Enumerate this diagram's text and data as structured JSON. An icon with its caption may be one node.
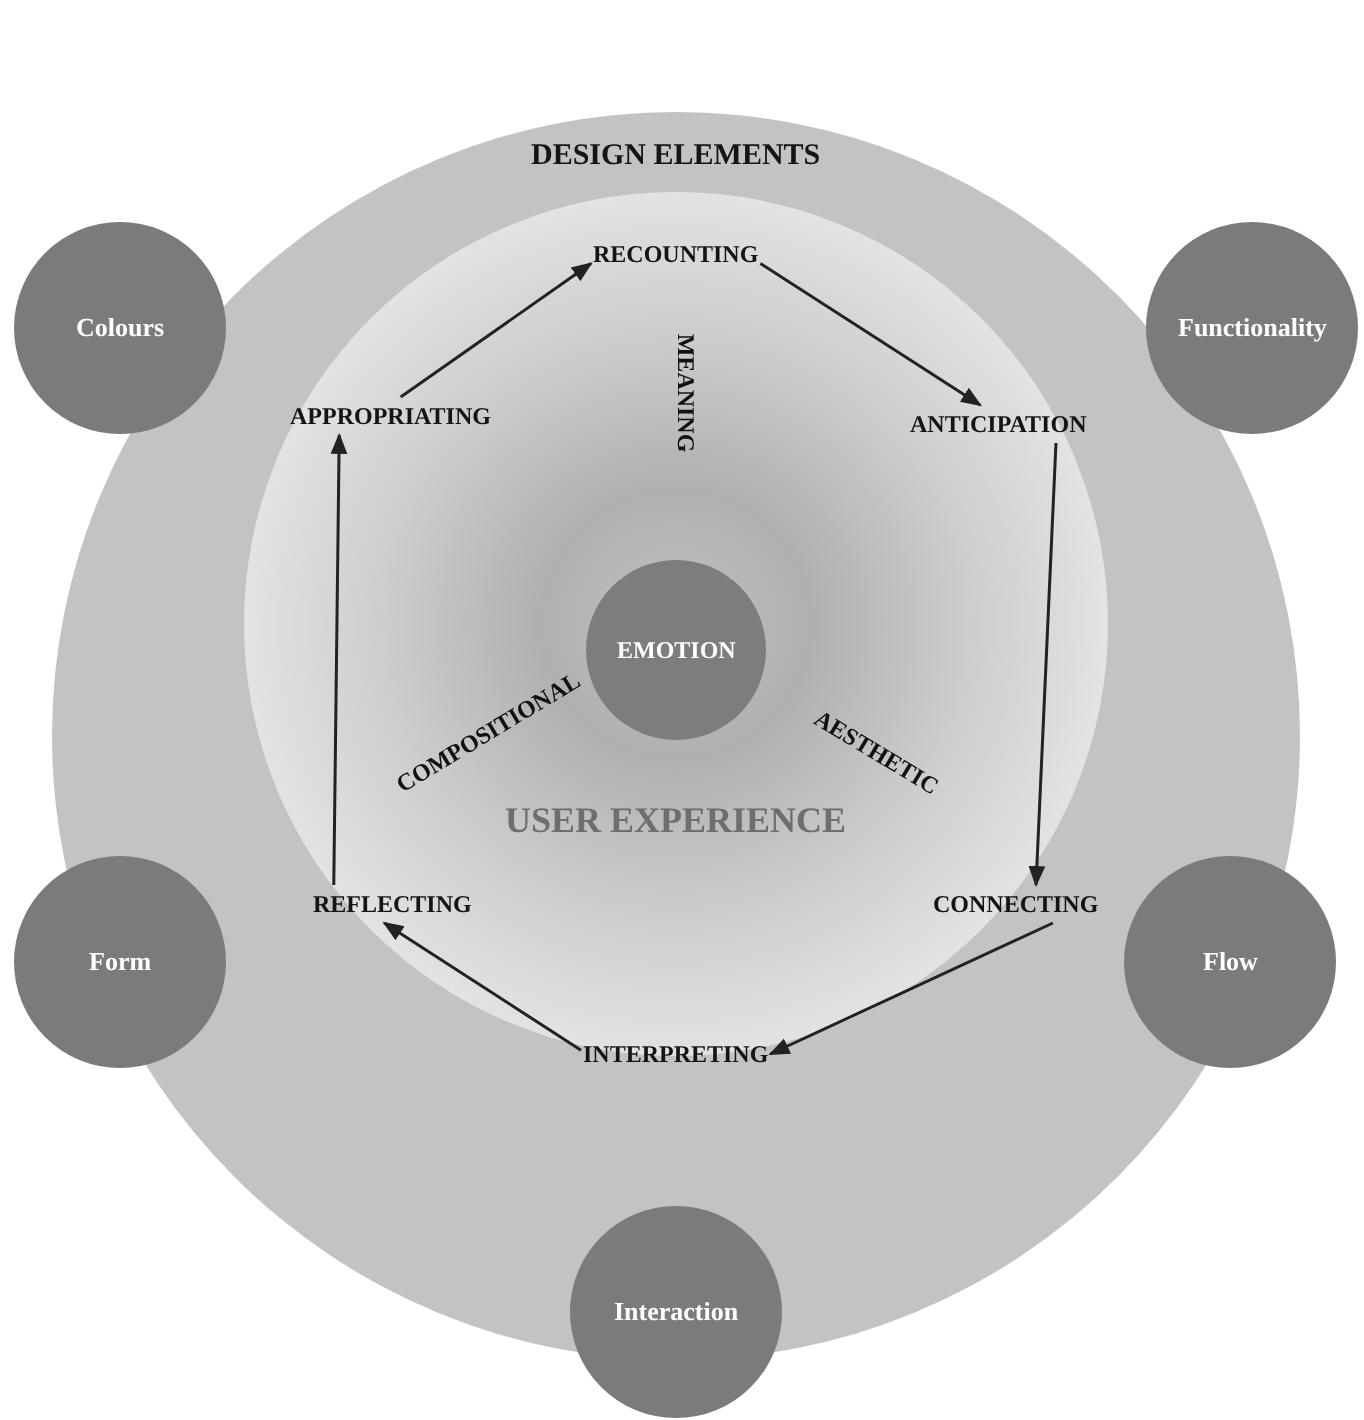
{
  "diagram": {
    "nodes": [
      {
        "text": [
          "DESIGN ELEMENTS"
        ]
      },
      {
        "text": [
          "USER EXPERIENCE"
        ],
        "in": 0
      },
      {
        "text": [
          "Colours"
        ]
      },
      {
        "text": [
          "Functionality"
        ]
      },
      {
        "text": [
          "RECOUNTING"
        ],
        "in": 1
      },
      {
        "text": [
          "APPROPRIATING"
        ],
        "in": 1
      },
      {
        "text": [
          "ANTICIPATION"
        ],
        "in": 1
      },
      {
        "text": [
          "EMOTION"
        ],
        "in": 1
      },
      {
        "text": [
          "REFLECTING"
        ],
        "in": 1
      },
      {
        "text": [
          "CONNECTING"
        ],
        "in": 1
      },
      {
        "text": [
          "INTERPRETING"
        ],
        "in": 1
      },
      {
        "text": [
          "Form"
        ]
      },
      {
        "text": [
          "Flow"
        ]
      },
      {
        "text": [
          "Interaction"
        ]
      }
    ],
    "edges": [
      {
        "from": 5,
        "to": 4,
        "arrow": "to"
      },
      {
        "from": 4,
        "to": 6,
        "arrow": "to"
      },
      {
        "from": 6,
        "to": 9,
        "arrow": "to"
      },
      {
        "from": 9,
        "to": 10,
        "arrow": "to"
      },
      {
        "from": 10,
        "to": 8,
        "arrow": "to"
      },
      {
        "from": 8,
        "to": 5,
        "arrow": "to"
      }
    ],
    "labels": [
      "MEANING",
      "COMPOSITIONAL",
      "AESTHETIC"
    ]
  }
}
